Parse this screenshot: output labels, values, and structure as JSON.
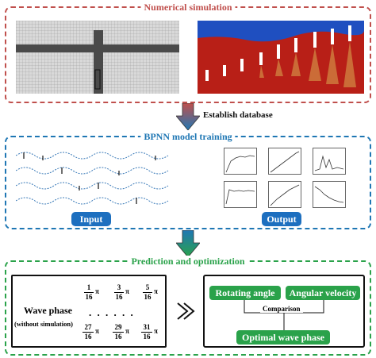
{
  "panels": {
    "numerical": {
      "title": "Numerical simulation",
      "color": "#c0504d"
    },
    "bpnn": {
      "title": "BPNN model training",
      "color": "#1f77b4"
    },
    "prediction": {
      "title": "Prediction and optimization",
      "color": "#2aa24a"
    }
  },
  "arrows": {
    "establish": {
      "label": "Establish database"
    }
  },
  "bpnn": {
    "input_label": "Input",
    "output_label": "Output"
  },
  "prediction": {
    "wave_phase_label": "Wave phase",
    "without_simulation": "(without simulation)",
    "dots": ". . . . . .",
    "fractions": [
      {
        "num": "1",
        "den": "16"
      },
      {
        "num": "3",
        "den": "16"
      },
      {
        "num": "5",
        "den": "16"
      },
      {
        "num": "27",
        "den": "16"
      },
      {
        "num": "29",
        "den": "16"
      },
      {
        "num": "31",
        "den": "16"
      }
    ],
    "pi": "π",
    "rotating_angle": "Rotating angle",
    "angular_velocity": "Angular velocity",
    "comparison": "Comparison",
    "optimal_wave_phase": "Optimal wave phase"
  },
  "colors": {
    "red": "#c0504d",
    "blue": "#1f77b4",
    "green": "#2aa24a",
    "mesh_grey": "#b5b5b5",
    "water_red": "#b81f17",
    "sky_blue": "#1f4fc0"
  }
}
